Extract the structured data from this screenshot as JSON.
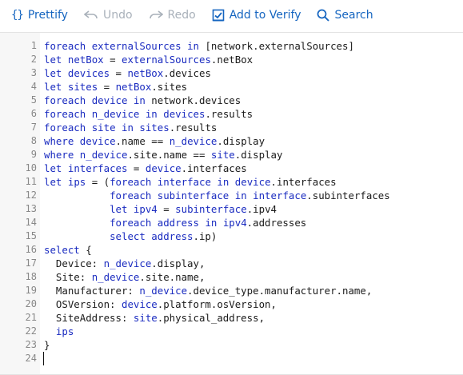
{
  "toolbar": {
    "prettify": "Prettify",
    "undo": "Undo",
    "redo": "Redo",
    "add_to_verify": "Add to Verify",
    "search": "Search",
    "colors": {
      "active": "#1565c0",
      "disabled": "#a9b1ba"
    }
  },
  "editor": {
    "lines": [
      [
        [
          "kw",
          "foreach"
        ],
        [
          "t",
          " "
        ],
        [
          "id",
          "externalSources"
        ],
        [
          "t",
          " "
        ],
        [
          "kw",
          "in"
        ],
        [
          "t",
          " [network.externalSources]"
        ]
      ],
      [
        [
          "kw",
          "let"
        ],
        [
          "t",
          " "
        ],
        [
          "id",
          "netBox"
        ],
        [
          "t",
          " = "
        ],
        [
          "id",
          "externalSources"
        ],
        [
          "t",
          ".netBox"
        ]
      ],
      [
        [
          "kw",
          "let"
        ],
        [
          "t",
          " "
        ],
        [
          "id",
          "devices"
        ],
        [
          "t",
          " = "
        ],
        [
          "id",
          "netBox"
        ],
        [
          "t",
          ".devices"
        ]
      ],
      [
        [
          "kw",
          "let"
        ],
        [
          "t",
          " "
        ],
        [
          "id",
          "sites"
        ],
        [
          "t",
          " = "
        ],
        [
          "id",
          "netBox"
        ],
        [
          "t",
          ".sites"
        ]
      ],
      [
        [
          "kw",
          "foreach"
        ],
        [
          "t",
          " "
        ],
        [
          "id",
          "device"
        ],
        [
          "t",
          " "
        ],
        [
          "kw",
          "in"
        ],
        [
          "t",
          " network.devices"
        ]
      ],
      [
        [
          "kw",
          "foreach"
        ],
        [
          "t",
          " "
        ],
        [
          "id",
          "n_device"
        ],
        [
          "t",
          " "
        ],
        [
          "kw",
          "in"
        ],
        [
          "t",
          " "
        ],
        [
          "id",
          "devices"
        ],
        [
          "t",
          ".results"
        ]
      ],
      [
        [
          "kw",
          "foreach"
        ],
        [
          "t",
          " "
        ],
        [
          "id",
          "site"
        ],
        [
          "t",
          " "
        ],
        [
          "kw",
          "in"
        ],
        [
          "t",
          " "
        ],
        [
          "id",
          "sites"
        ],
        [
          "t",
          ".results"
        ]
      ],
      [
        [
          "kw",
          "where"
        ],
        [
          "t",
          " "
        ],
        [
          "id",
          "device"
        ],
        [
          "t",
          ".name == "
        ],
        [
          "id",
          "n_device"
        ],
        [
          "t",
          ".display"
        ]
      ],
      [
        [
          "kw",
          "where"
        ],
        [
          "t",
          " "
        ],
        [
          "id",
          "n_device"
        ],
        [
          "t",
          ".site.name == "
        ],
        [
          "id",
          "site"
        ],
        [
          "t",
          ".display"
        ]
      ],
      [
        [
          "kw",
          "let"
        ],
        [
          "t",
          " "
        ],
        [
          "id",
          "interfaces"
        ],
        [
          "t",
          " = "
        ],
        [
          "id",
          "device"
        ],
        [
          "t",
          ".interfaces"
        ]
      ],
      [
        [
          "kw",
          "let"
        ],
        [
          "t",
          " "
        ],
        [
          "id",
          "ips"
        ],
        [
          "t",
          " = ("
        ],
        [
          "kw",
          "foreach"
        ],
        [
          "t",
          " "
        ],
        [
          "id",
          "interface"
        ],
        [
          "t",
          " "
        ],
        [
          "kw",
          "in"
        ],
        [
          "t",
          " "
        ],
        [
          "id",
          "device"
        ],
        [
          "t",
          ".interfaces"
        ]
      ],
      [
        [
          "t",
          "           "
        ],
        [
          "kw",
          "foreach"
        ],
        [
          "t",
          " "
        ],
        [
          "id",
          "subinterface"
        ],
        [
          "t",
          " "
        ],
        [
          "kw",
          "in"
        ],
        [
          "t",
          " "
        ],
        [
          "id",
          "interface"
        ],
        [
          "t",
          ".subinterfaces"
        ]
      ],
      [
        [
          "t",
          "           "
        ],
        [
          "kw",
          "let"
        ],
        [
          "t",
          " "
        ],
        [
          "id",
          "ipv4"
        ],
        [
          "t",
          " = "
        ],
        [
          "id",
          "subinterface"
        ],
        [
          "t",
          ".ipv4"
        ]
      ],
      [
        [
          "t",
          "           "
        ],
        [
          "kw",
          "foreach"
        ],
        [
          "t",
          " "
        ],
        [
          "id",
          "address"
        ],
        [
          "t",
          " "
        ],
        [
          "kw",
          "in"
        ],
        [
          "t",
          " "
        ],
        [
          "id",
          "ipv4"
        ],
        [
          "t",
          ".addresses"
        ]
      ],
      [
        [
          "t",
          "           "
        ],
        [
          "kw",
          "select"
        ],
        [
          "t",
          " "
        ],
        [
          "id",
          "address"
        ],
        [
          "t",
          ".ip)"
        ]
      ],
      [
        [
          "kw",
          "select"
        ],
        [
          "t",
          " {"
        ]
      ],
      [
        [
          "t",
          "  Device: "
        ],
        [
          "id",
          "n_device"
        ],
        [
          "t",
          ".display,"
        ]
      ],
      [
        [
          "t",
          "  Site: "
        ],
        [
          "id",
          "n_device"
        ],
        [
          "t",
          ".site.name,"
        ]
      ],
      [
        [
          "t",
          "  Manufacturer: "
        ],
        [
          "id",
          "n_device"
        ],
        [
          "t",
          ".device_type.manufacturer.name,"
        ]
      ],
      [
        [
          "t",
          "  OSVersion: "
        ],
        [
          "id",
          "device"
        ],
        [
          "t",
          ".platform.osVersion,"
        ]
      ],
      [
        [
          "t",
          "  SiteAddress: "
        ],
        [
          "id",
          "site"
        ],
        [
          "t",
          ".physical_address,"
        ]
      ],
      [
        [
          "t",
          "  "
        ],
        [
          "id",
          "ips"
        ]
      ],
      [
        [
          "t",
          "}"
        ]
      ],
      [
        [
          "t",
          ""
        ]
      ]
    ]
  }
}
